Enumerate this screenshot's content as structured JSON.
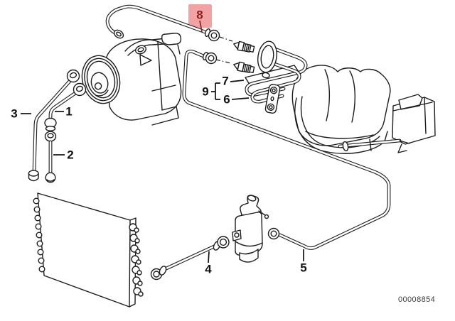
{
  "document": {
    "type": "ac-pipes-parts-diagram",
    "drawing_number": "00008854"
  },
  "callouts": {
    "c1": "1",
    "c2": "2",
    "c3": "3",
    "c4": "4",
    "c5": "5",
    "c6": "6",
    "c7": "7",
    "c8": "8",
    "c9": "9"
  },
  "highlight": {
    "callout": "8",
    "box_color": "#f2a2a2",
    "text_color": "#8b1f1f"
  },
  "colors": {
    "background": "#ffffff",
    "line": "#1c1c1c",
    "callout_text": "#111111"
  }
}
